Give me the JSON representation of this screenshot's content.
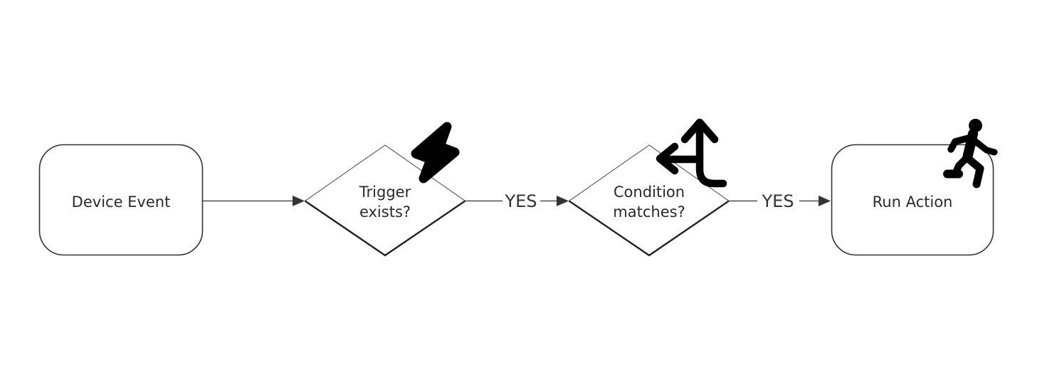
{
  "diagram": {
    "type": "flowchart",
    "direction": "left-to-right",
    "background_color": "#ffffff",
    "line_color": "#4d4d4d",
    "shape_stroke_color": "#333333",
    "text_color": "#2a2a2a",
    "icon_color": "#000000"
  },
  "nodes": [
    {
      "id": "device-event",
      "shape": "rounded-rectangle",
      "label": "Device Event"
    },
    {
      "id": "trigger-exists",
      "shape": "diamond",
      "label": "Trigger exists?",
      "label_line1": "Trigger",
      "label_line2": "exists?",
      "icon": "lightning-bolt-icon"
    },
    {
      "id": "condition-matches",
      "shape": "diamond",
      "label": "Condition matches?",
      "label_line1": "Condition",
      "label_line2": "matches?",
      "icon": "route-fork-icon"
    },
    {
      "id": "run-action",
      "shape": "rounded-rectangle",
      "label": "Run Action",
      "icon": "running-person-icon"
    }
  ],
  "edges": [
    {
      "from": "device-event",
      "to": "trigger-exists"
    },
    {
      "from": "trigger-exists",
      "to": "condition-matches",
      "label": "YES"
    },
    {
      "from": "condition-matches",
      "to": "run-action",
      "label": "YES"
    }
  ]
}
